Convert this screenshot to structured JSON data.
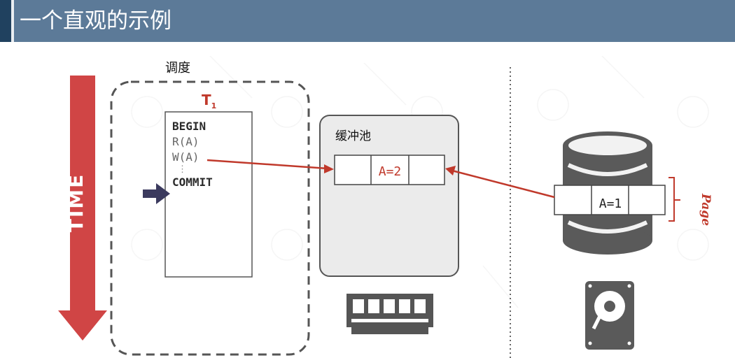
{
  "header": {
    "title": "一个直观的示例"
  },
  "schedule": {
    "label": "调度",
    "txn_label": "T",
    "txn_sub": "1",
    "ops": [
      "BEGIN",
      "R(A)",
      "W(A)",
      "⋮",
      "COMMIT"
    ]
  },
  "time_label": "TIME",
  "buffer_pool": {
    "label": "缓冲池",
    "value": "A=2"
  },
  "disk": {
    "value": "A=1",
    "page_label": "Page"
  },
  "colors": {
    "header": "#5c7a98",
    "accent": "#c0392b",
    "arrow_dark": "#3b3a5e"
  }
}
